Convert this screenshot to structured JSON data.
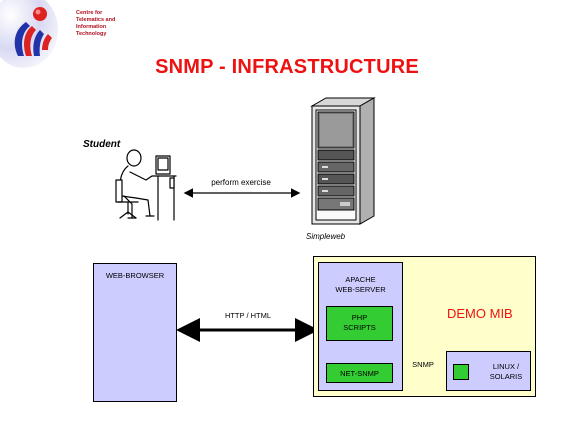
{
  "header": {
    "org_lines": [
      "Centre for",
      "Telematics and",
      "Information",
      "Technology"
    ],
    "logo_icon": "ctit-logo-icon",
    "title": "SNMP - INFRASTRUCTURE"
  },
  "top_scene": {
    "student_label": "Student",
    "student_icon": "student-at-computer-icon",
    "exercise_label": "perform exercise",
    "server_icon": "server-rack-icon",
    "server_label": "Simpleweb"
  },
  "architecture": {
    "browser_label": "WEB-BROWSER",
    "http_label": "HTTP / HTML",
    "apache_lines": [
      "APACHE",
      "WEB-SERVER"
    ],
    "php_lines": [
      "PHP",
      "SCRIPTS"
    ],
    "netsnmp_label": "NET-SNMP",
    "snmp_label": "SNMP",
    "os_lines": [
      "LINUX /",
      "SOLARIS"
    ],
    "demo_mib_label": "DEMO MIB"
  },
  "colors": {
    "title": "#ee1111",
    "org_text": "#b01020",
    "box_blue": "#ccccff",
    "box_yellow": "#ffffcc",
    "box_green": "#33cc33",
    "snmp_arrow": "#009900"
  }
}
